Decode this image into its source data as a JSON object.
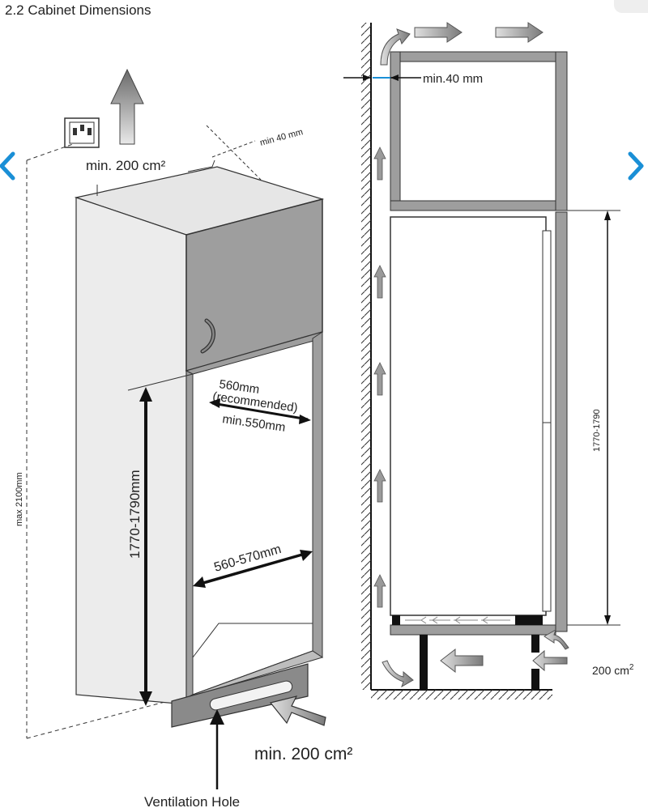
{
  "heading": "2.2 Cabinet Dimensions",
  "labels": {
    "min_200_top": "min. 200 cm²",
    "min_40_top": "min 40 mm",
    "max_2100": "max 2100mm",
    "depth_560": "560mm",
    "recommended": "(recommended)",
    "min_550": "min.550mm",
    "height_range": "1770-1790mm",
    "width_range": "560-570mm",
    "min_200_bottom": "min. 200 cm²",
    "ventilation_hole": "Ventilation Hole",
    "side_min_40": "min.40 mm",
    "side_height": "1770-1790",
    "side_200_base": "200 cm",
    "side_200_sup": "2"
  },
  "icons": [
    "socket-icon",
    "chevron-left-icon",
    "chevron-right-icon"
  ],
  "colors": {
    "accent": "#1a8fd6",
    "panel": "#9a9a9a",
    "arrow": "#8c8c8c"
  }
}
